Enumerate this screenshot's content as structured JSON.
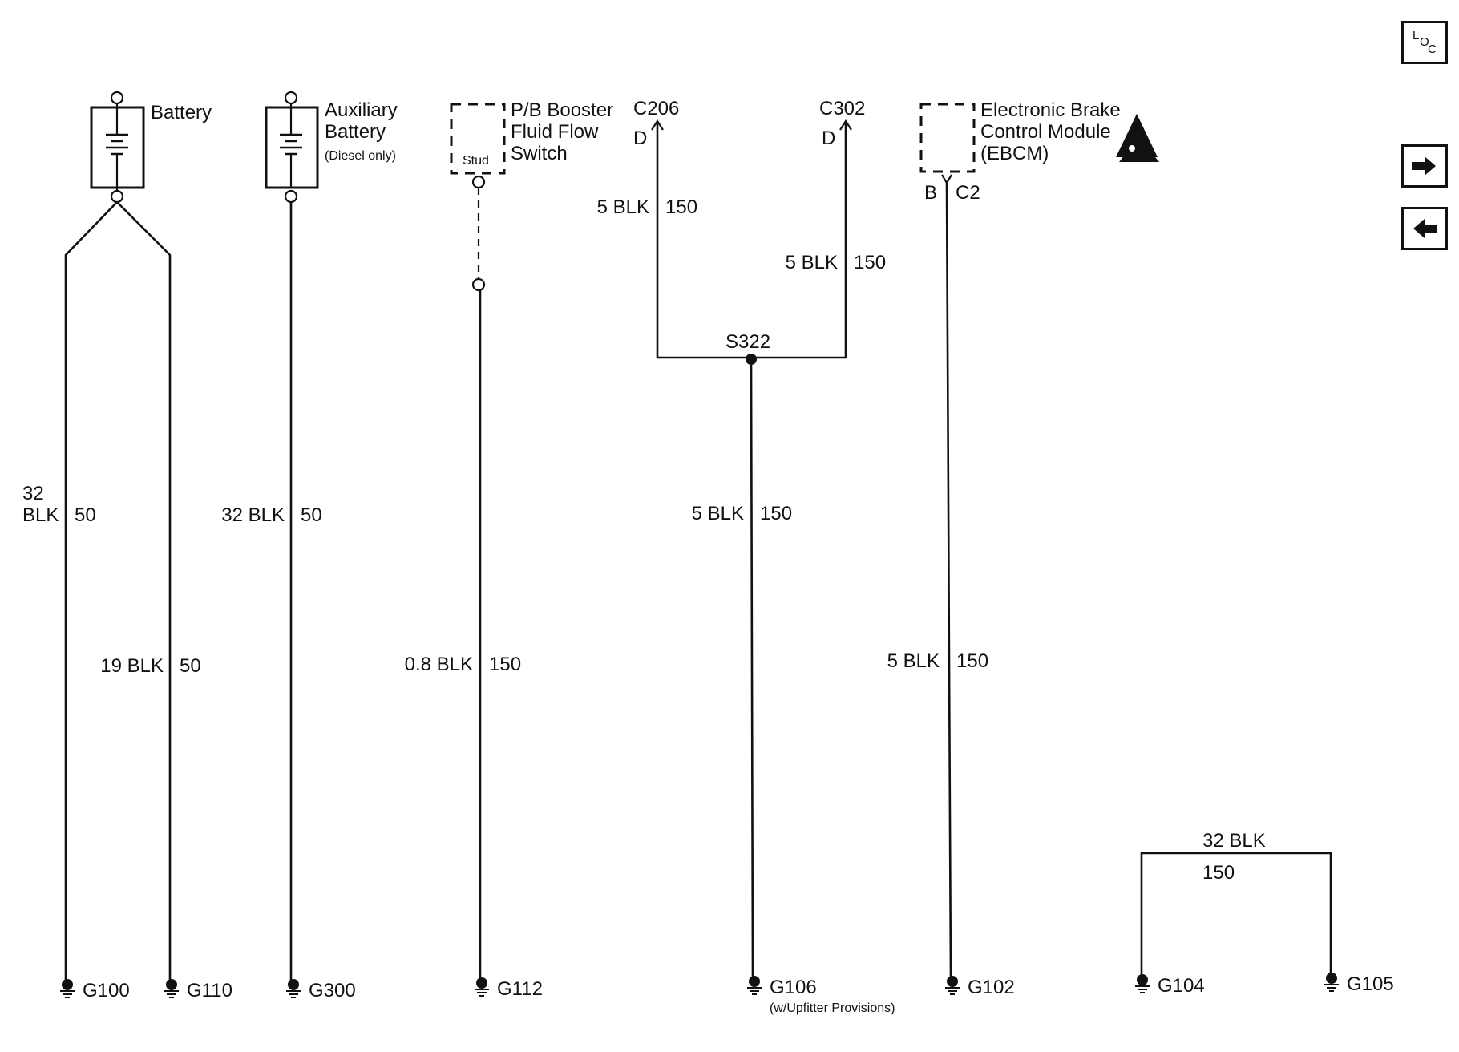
{
  "components": {
    "battery": "Battery",
    "aux_battery_1": "Auxiliary",
    "aux_battery_2": "Battery",
    "aux_battery_note": "(Diesel only)",
    "pb_switch_1": "P/B Booster",
    "pb_switch_2": "Fluid Flow",
    "pb_switch_3": "Switch",
    "stud": "Stud",
    "ebcm_1": "Electronic Brake",
    "ebcm_2": "Control Module",
    "ebcm_3": "(EBCM)"
  },
  "connectors": {
    "c206": "C206",
    "c206_pin": "D",
    "c302": "C302",
    "c302_pin": "D",
    "ebcm_pin": "B",
    "ebcm_conn": "C2",
    "splice": "S322"
  },
  "wires": {
    "w1_size": "32",
    "w1_color": "BLK",
    "w1_circuit": "50",
    "w2": "19 BLK",
    "w2_circuit": "50",
    "w3": "32 BLK",
    "w3_circuit": "50",
    "w4": "0.8 BLK",
    "w4_circuit": "150",
    "w5": "5 BLK",
    "w5_circuit": "150",
    "w6": "5 BLK",
    "w6_circuit": "150",
    "w7": "5 BLK",
    "w7_circuit": "150",
    "w8": "5 BLK",
    "w8_circuit": "150",
    "w9": "32 BLK",
    "w9_circuit": "150"
  },
  "grounds": {
    "g100": "G100",
    "g110": "G110",
    "g300": "G300",
    "g112": "G112",
    "g106": "G106",
    "g106_note": "(w/Upfitter Provisions)",
    "g102": "G102",
    "g104": "G104",
    "g105": "G105"
  },
  "nav": {
    "loc_l": "L",
    "loc_o": "O",
    "loc_c": "C",
    "icons": [
      "location-icon",
      "arrow-right-icon",
      "arrow-left-icon"
    ]
  },
  "colors": {
    "ink": "#111111",
    "background": "#ffffff"
  }
}
